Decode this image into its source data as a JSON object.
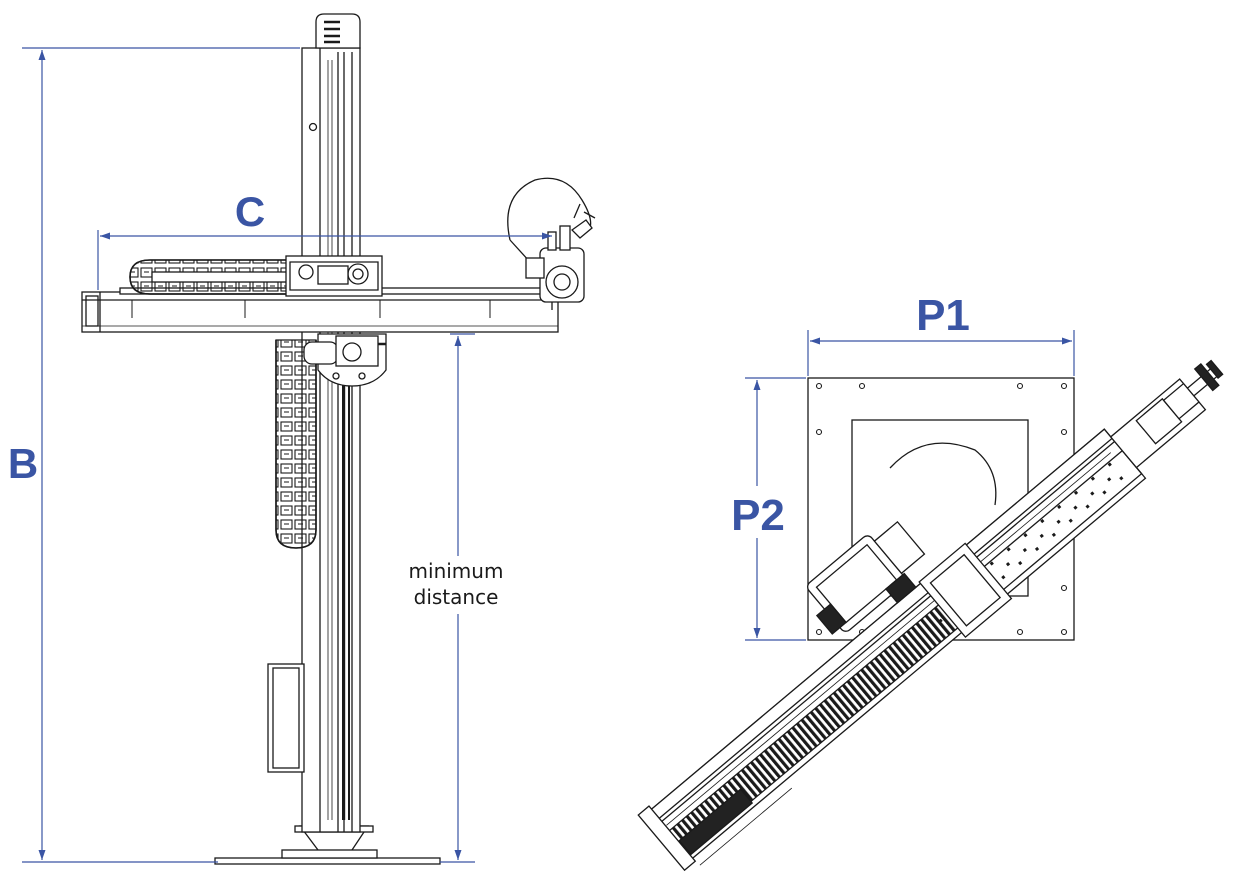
{
  "labels": {
    "b": "B",
    "c": "C",
    "p1": "P1",
    "p2": "P2",
    "min_line1": "minimum",
    "min_line2": "distance"
  },
  "colors": {
    "dimension": "#3a55a4",
    "drawing": "#1a1a1a",
    "fill_light": "#ffffff",
    "fill_dark": "#222222"
  }
}
